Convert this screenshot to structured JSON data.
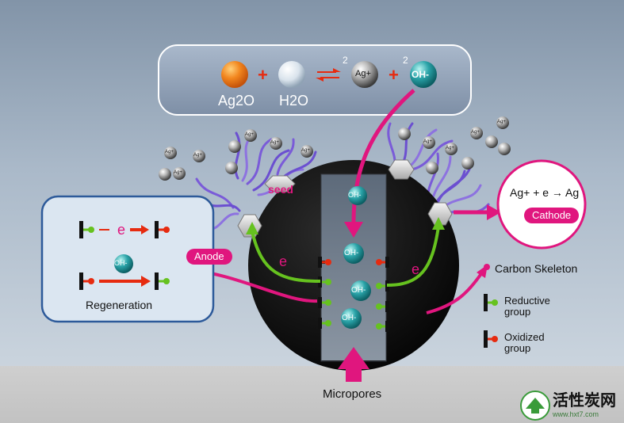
{
  "equation": {
    "reactant1": "Ag2O",
    "reactant1_sub": "2",
    "reactant2": "H2O",
    "reactant2_sub": "2",
    "plus": "+",
    "coef_ag": "2",
    "ag_ion": "Ag+",
    "coef_oh": "2",
    "oh_ion": "OH-"
  },
  "particle_label": "Ag+",
  "hydroxide_label": "OH-",
  "electron_label": "e",
  "seed_label": "seed",
  "anode_label": "Anode",
  "cathode_label": "Cathode",
  "cathode_reaction": "Ag+ + e → Ag",
  "regeneration_label": "Regeneration",
  "micropores_label": "Micropores",
  "legend": {
    "carbon_skeleton": "Carbon Skeleton",
    "reductive_group": "Reductive group",
    "oxidized_group": "Oxidized group"
  },
  "watermark": {
    "title": "活性炭网",
    "url": "www.hxt7.com"
  },
  "colors": {
    "magenta": "#e0167e",
    "green": "#66c21f",
    "red": "#e62b10",
    "teal": "#2aa3a8",
    "purple": "#7b5ad6"
  }
}
